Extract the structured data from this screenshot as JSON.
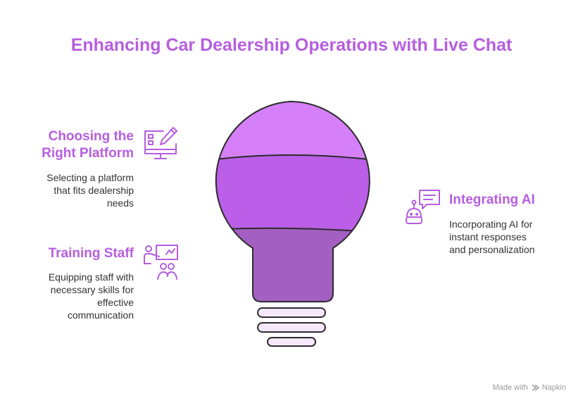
{
  "title": "Enhancing Car Dealership Operations with Live Chat",
  "items": [
    {
      "heading_line1": "Choosing the",
      "heading_line2": "Right Platform",
      "desc_line1": "Selecting a platform",
      "desc_line2": "that fits dealership",
      "desc_line3": "needs",
      "icon": "monitor-pencil-icon"
    },
    {
      "heading_line1": "Training Staff",
      "desc_line1": "Equipping staff with",
      "desc_line2": "necessary skills for",
      "desc_line3": "effective",
      "desc_line4": "communication",
      "icon": "presentation-icon"
    },
    {
      "heading_line1": "Integrating AI",
      "desc_line1": "Incorporating AI for",
      "desc_line2": "instant responses",
      "desc_line3": "and personalization",
      "icon": "robot-chat-icon"
    }
  ],
  "colors": {
    "accent": "#b65ee0",
    "bulb_top": "#d580f8",
    "bulb_middle": "#bb5fe8",
    "bulb_bottom": "#a35fc2",
    "bulb_base": "#f6e8fb",
    "outline": "#2b2b2b"
  },
  "footer": {
    "made_with": "Made with",
    "brand": "Napkin"
  }
}
